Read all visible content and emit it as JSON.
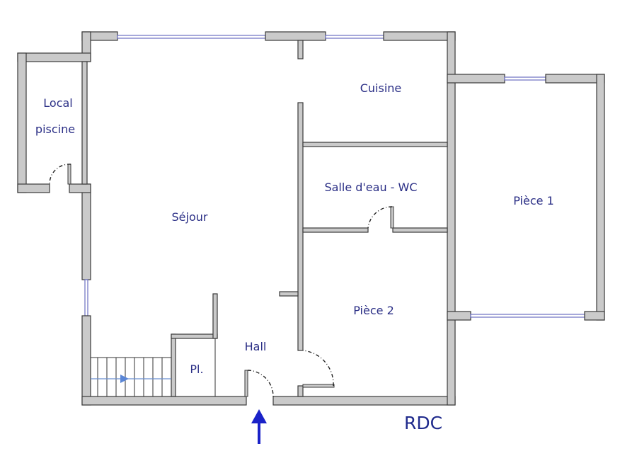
{
  "level_label": "RDC",
  "rooms": {
    "local_piscine": [
      "Local",
      "piscine"
    ],
    "sejour": "Séjour",
    "cuisine": "Cuisine",
    "salle_eau": "Salle d'eau - WC",
    "piece1": "Pièce 1",
    "piece2": "Pièce 2",
    "hall": "Hall",
    "placard": "Pl."
  },
  "colors": {
    "wall": "#cacaca",
    "label": "#2b2f86",
    "entrance_arrow": "#1a22c8",
    "window": "#6a6fc0"
  }
}
